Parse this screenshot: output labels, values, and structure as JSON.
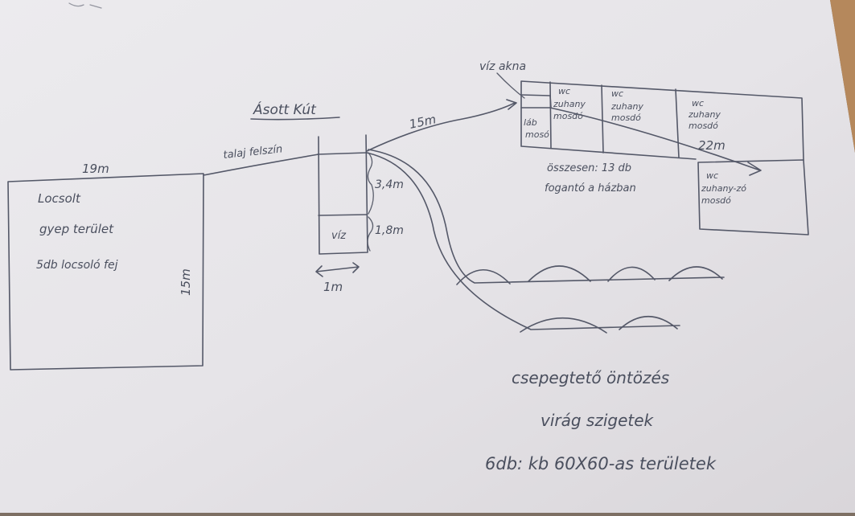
{
  "texts": {
    "lawn_top_dim": "19m",
    "lawn_right_dim": "15m",
    "lawn_line1": "Locsolt",
    "lawn_line2": "gyep terület",
    "lawn_line3": "5db locsoló fej",
    "ground_level": "talaj felszín",
    "well_title": "Ásott Kút",
    "well_depth_upper": "3,4m",
    "well_water": "víz",
    "well_depth_water": "1,8m",
    "well_width": "1m",
    "pipe_15m": "15m",
    "water_shaft": "víz akna",
    "room1_line1": "wc",
    "room1_line2": "zuhany",
    "room1_line3": "mosdó",
    "room2_line1": "wc",
    "room2_line2": "zuhany",
    "room2_line3": "mosdó",
    "room3_line1": "wc",
    "room3_line2": "zuhany",
    "room3_line3": "mosdó",
    "foot_line1": "láb",
    "foot_line2": "mosó",
    "pipe_22m": "22m",
    "total_line1": "összesen: 13 db",
    "total_line2": "fogantó a házban",
    "room4_line1": "wc",
    "room4_line2": "zuhany-zó",
    "room4_line3": "mosdó",
    "drip_line1": "csepegtető öntözés",
    "drip_line2": "virág szigetek",
    "drip_line3": "6db: kb 60X60-as területek"
  }
}
